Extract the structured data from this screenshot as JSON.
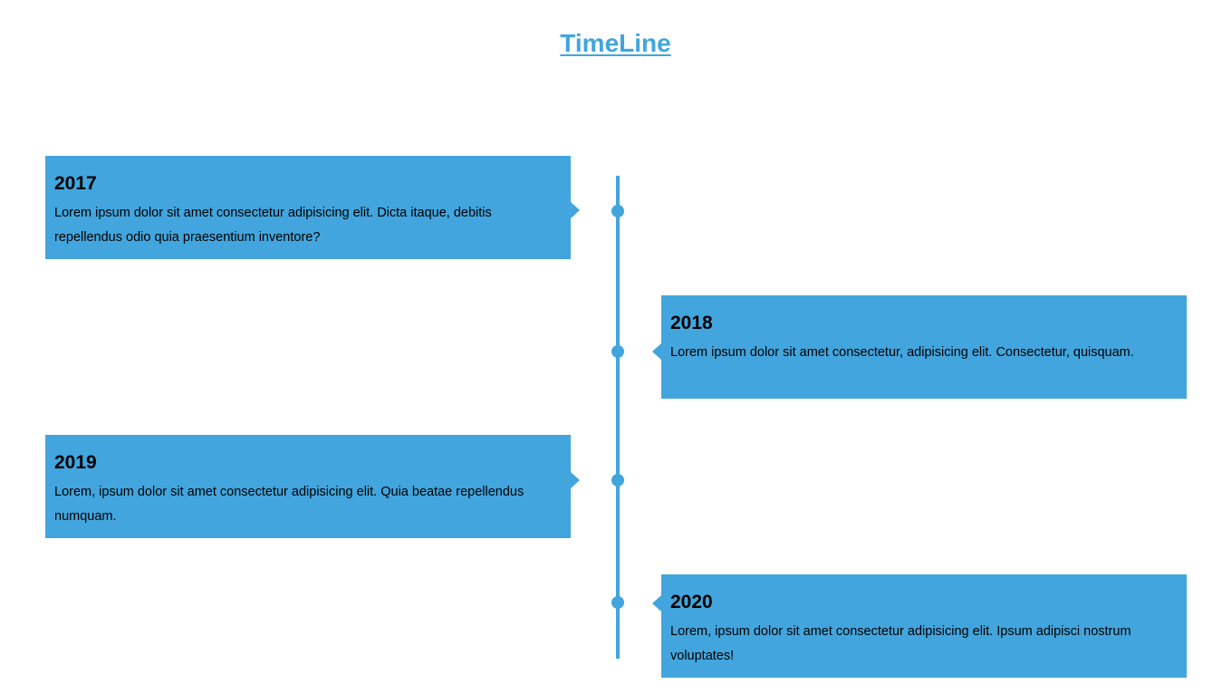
{
  "header": {
    "title": "TimeLine"
  },
  "colors": {
    "accent": "#42a5dd",
    "background": "#ffffff",
    "text": "#000000"
  },
  "events": [
    {
      "year": "2017",
      "text": "Lorem ipsum dolor sit amet consectetur adipisicing elit. Dicta itaque, debitis repellendus odio quia praesentium inventore?",
      "side": "left"
    },
    {
      "year": "2018",
      "text": "Lorem ipsum dolor sit amet consectetur, adipisicing elit. Consectetur, quisquam.",
      "side": "right"
    },
    {
      "year": "2019",
      "text": "Lorem, ipsum dolor sit amet consectetur adipisicing elit. Quia beatae repellendus numquam.",
      "side": "left"
    },
    {
      "year": "2020",
      "text": "Lorem, ipsum dolor sit amet consectetur adipisicing elit. Ipsum adipisci nostrum voluptates!",
      "side": "right"
    }
  ]
}
